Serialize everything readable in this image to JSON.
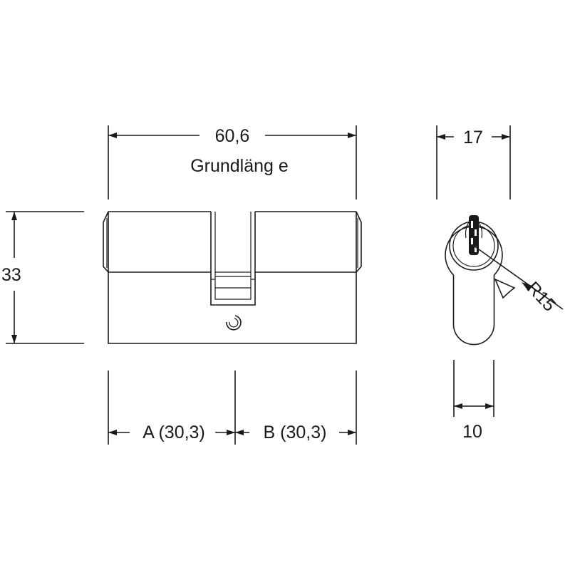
{
  "labels": {
    "overall_length": "60,6",
    "basic_length": "Grundläng e",
    "height": "33",
    "side_a": "A (30,3)",
    "side_b": "B (30,3)",
    "profile_width": "17",
    "bottom_width": "10",
    "radius": "R15"
  },
  "colors": {
    "line": "#1a1a1a",
    "background": "#ffffff"
  }
}
